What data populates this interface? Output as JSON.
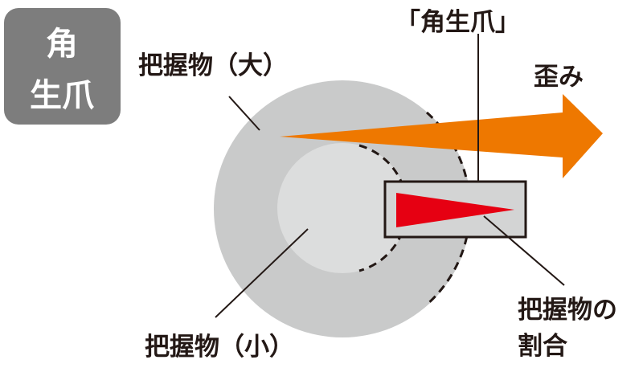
{
  "badge": {
    "line1": "角",
    "line2": "生爪"
  },
  "labels": {
    "object_large": "把握物（大）",
    "object_small": "把握物（小）",
    "nail": "「角生爪」",
    "distortion": "歪み",
    "ratio_line1": "把握物の",
    "ratio_line2": "割合"
  },
  "colors": {
    "badge": "#7d7d7d",
    "outer_circle": "#c9caca",
    "inner_circle": "#dcdddd",
    "arrow": "#ee7800",
    "triangle": "#e60012",
    "box_fill": "#d3d4d4"
  }
}
